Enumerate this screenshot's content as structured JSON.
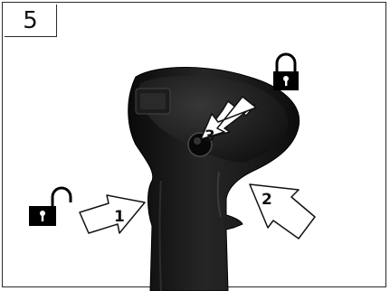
{
  "step": {
    "number": "5"
  },
  "arrows": [
    {
      "label": "1"
    },
    {
      "label": "2"
    },
    {
      "label": "3"
    }
  ],
  "icons": {
    "locked": "padlock-locked-icon",
    "unlocked": "padlock-unlocked-icon"
  }
}
